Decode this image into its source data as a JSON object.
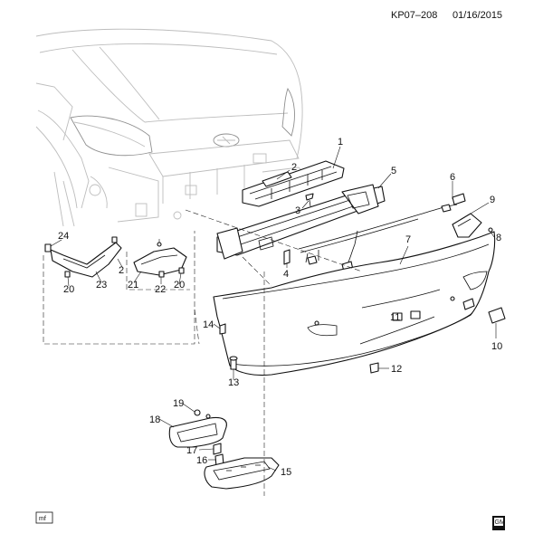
{
  "header": {
    "code": "KP07–208",
    "date": "01/16/2015"
  },
  "footer": {
    "left_mark": "mf",
    "brand_badge": "GM"
  },
  "callouts": [
    "1",
    "2",
    "3",
    "4",
    "5",
    "6",
    "7",
    "8",
    "9",
    "10",
    "11",
    "12",
    "13",
    "14",
    "15",
    "16",
    "17",
    "18",
    "19",
    "20",
    "21",
    "22",
    "23",
    "24",
    "20",
    "2"
  ]
}
